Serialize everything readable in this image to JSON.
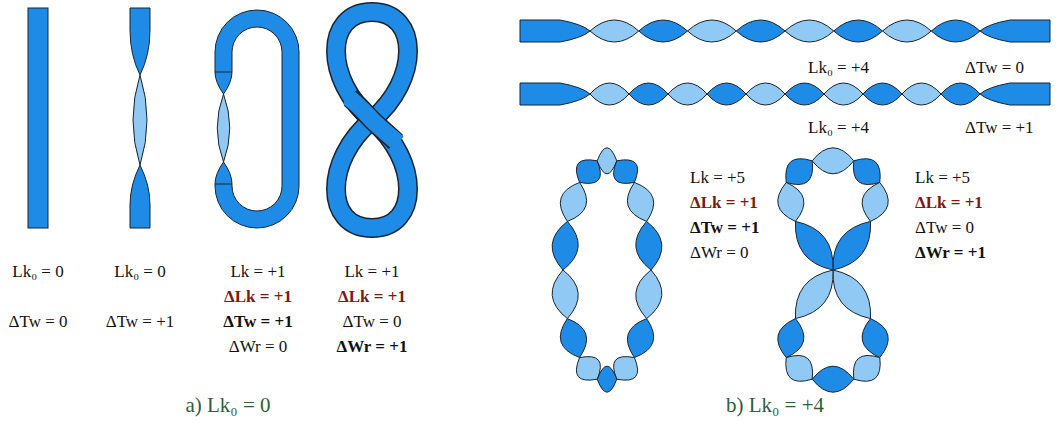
{
  "diagram": {
    "labels": [
      "Lk₀ = 0",
      "ΔTw = 0",
      "Lk₀ = 0",
      "ΔTw = +1",
      "Lk = +1",
      "ΔLk = +1",
      "ΔTw = +1",
      "ΔWr = 0",
      "Lk = +1",
      "ΔLk = +1",
      "ΔTw = 0",
      "ΔWr = +1",
      "a) Lk₀ = 0",
      "Lk₀ = +4",
      "ΔTw = 0",
      "Lk₀ = +4",
      "ΔTw = +1",
      "Lk = +5",
      "ΔLk = +1",
      "ΔTw = +1",
      "ΔWr = 0",
      "Lk = +5",
      "ΔLk = +1",
      "ΔTw = 0",
      "ΔWr = +1",
      "b) Lk₀ = +4"
    ]
  }
}
